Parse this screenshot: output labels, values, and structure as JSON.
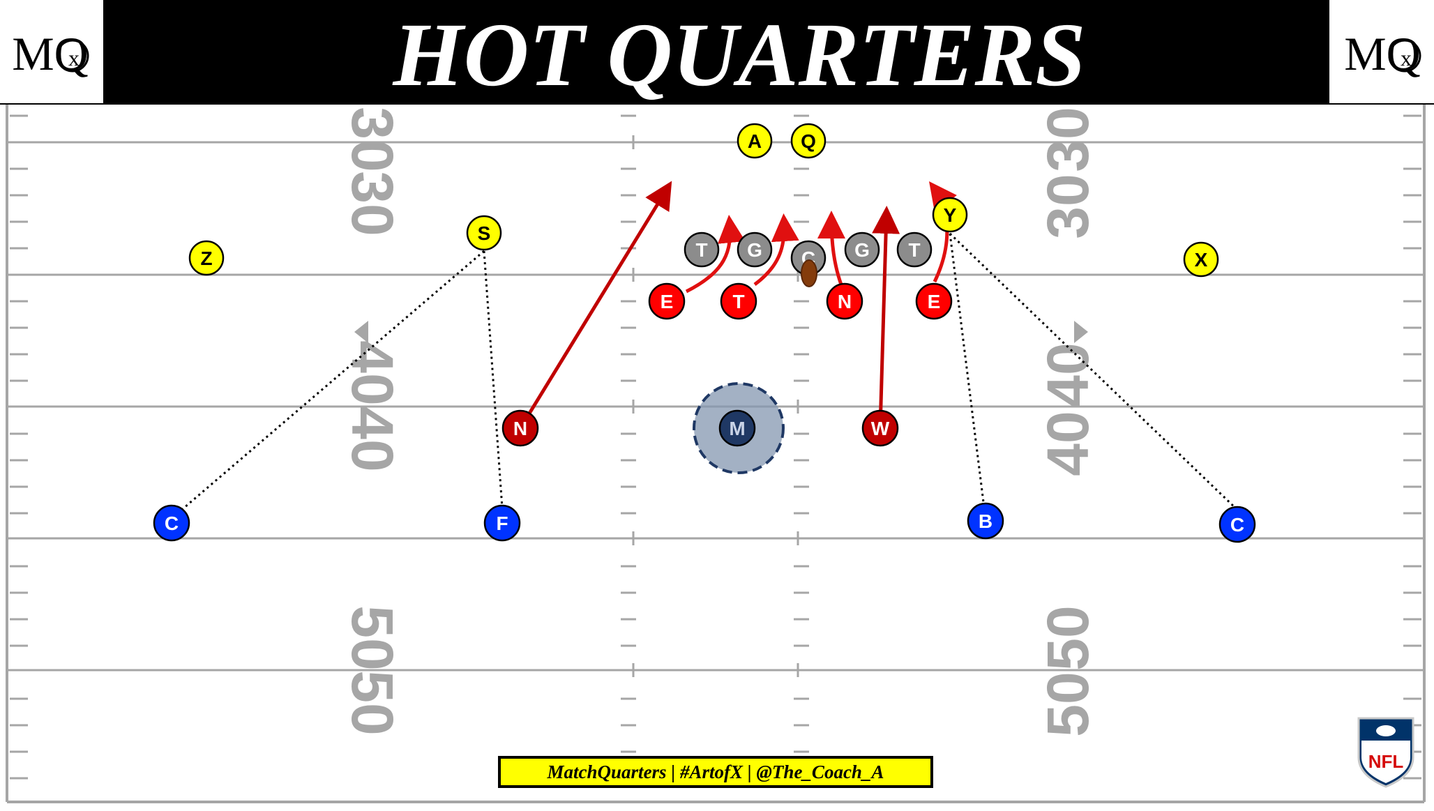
{
  "title": "HOT QUARTERS",
  "logo_text": "MQ",
  "logo_sub": "x",
  "credit": "MatchQuarters | #ArtofX | @The_Coach_A",
  "nfl_logo": "NFL",
  "colors": {
    "offense": "#ffff00",
    "oline": "#8c8c8c",
    "dline": "#ff0000",
    "linebacker": "#c00000",
    "secondary": "#0033ff",
    "mike_zone": "#8497b0",
    "mike": "#1f3864",
    "route": "#c00000",
    "field_line": "#a6a6a6"
  },
  "yard_numbers": [
    "30",
    "30",
    "30",
    "30",
    "40",
    "40",
    "40",
    "40",
    "50",
    "50",
    "50",
    "50"
  ],
  "players": {
    "offense": [
      "A",
      "Q",
      "Y",
      "S",
      "Z",
      "X"
    ],
    "oline": [
      "T",
      "G",
      "C",
      "G",
      "T"
    ],
    "dline": [
      "E",
      "T",
      "N",
      "E"
    ],
    "linebackers": [
      "N",
      "M",
      "W"
    ],
    "secondary": [
      "C",
      "F",
      "B",
      "C"
    ]
  }
}
